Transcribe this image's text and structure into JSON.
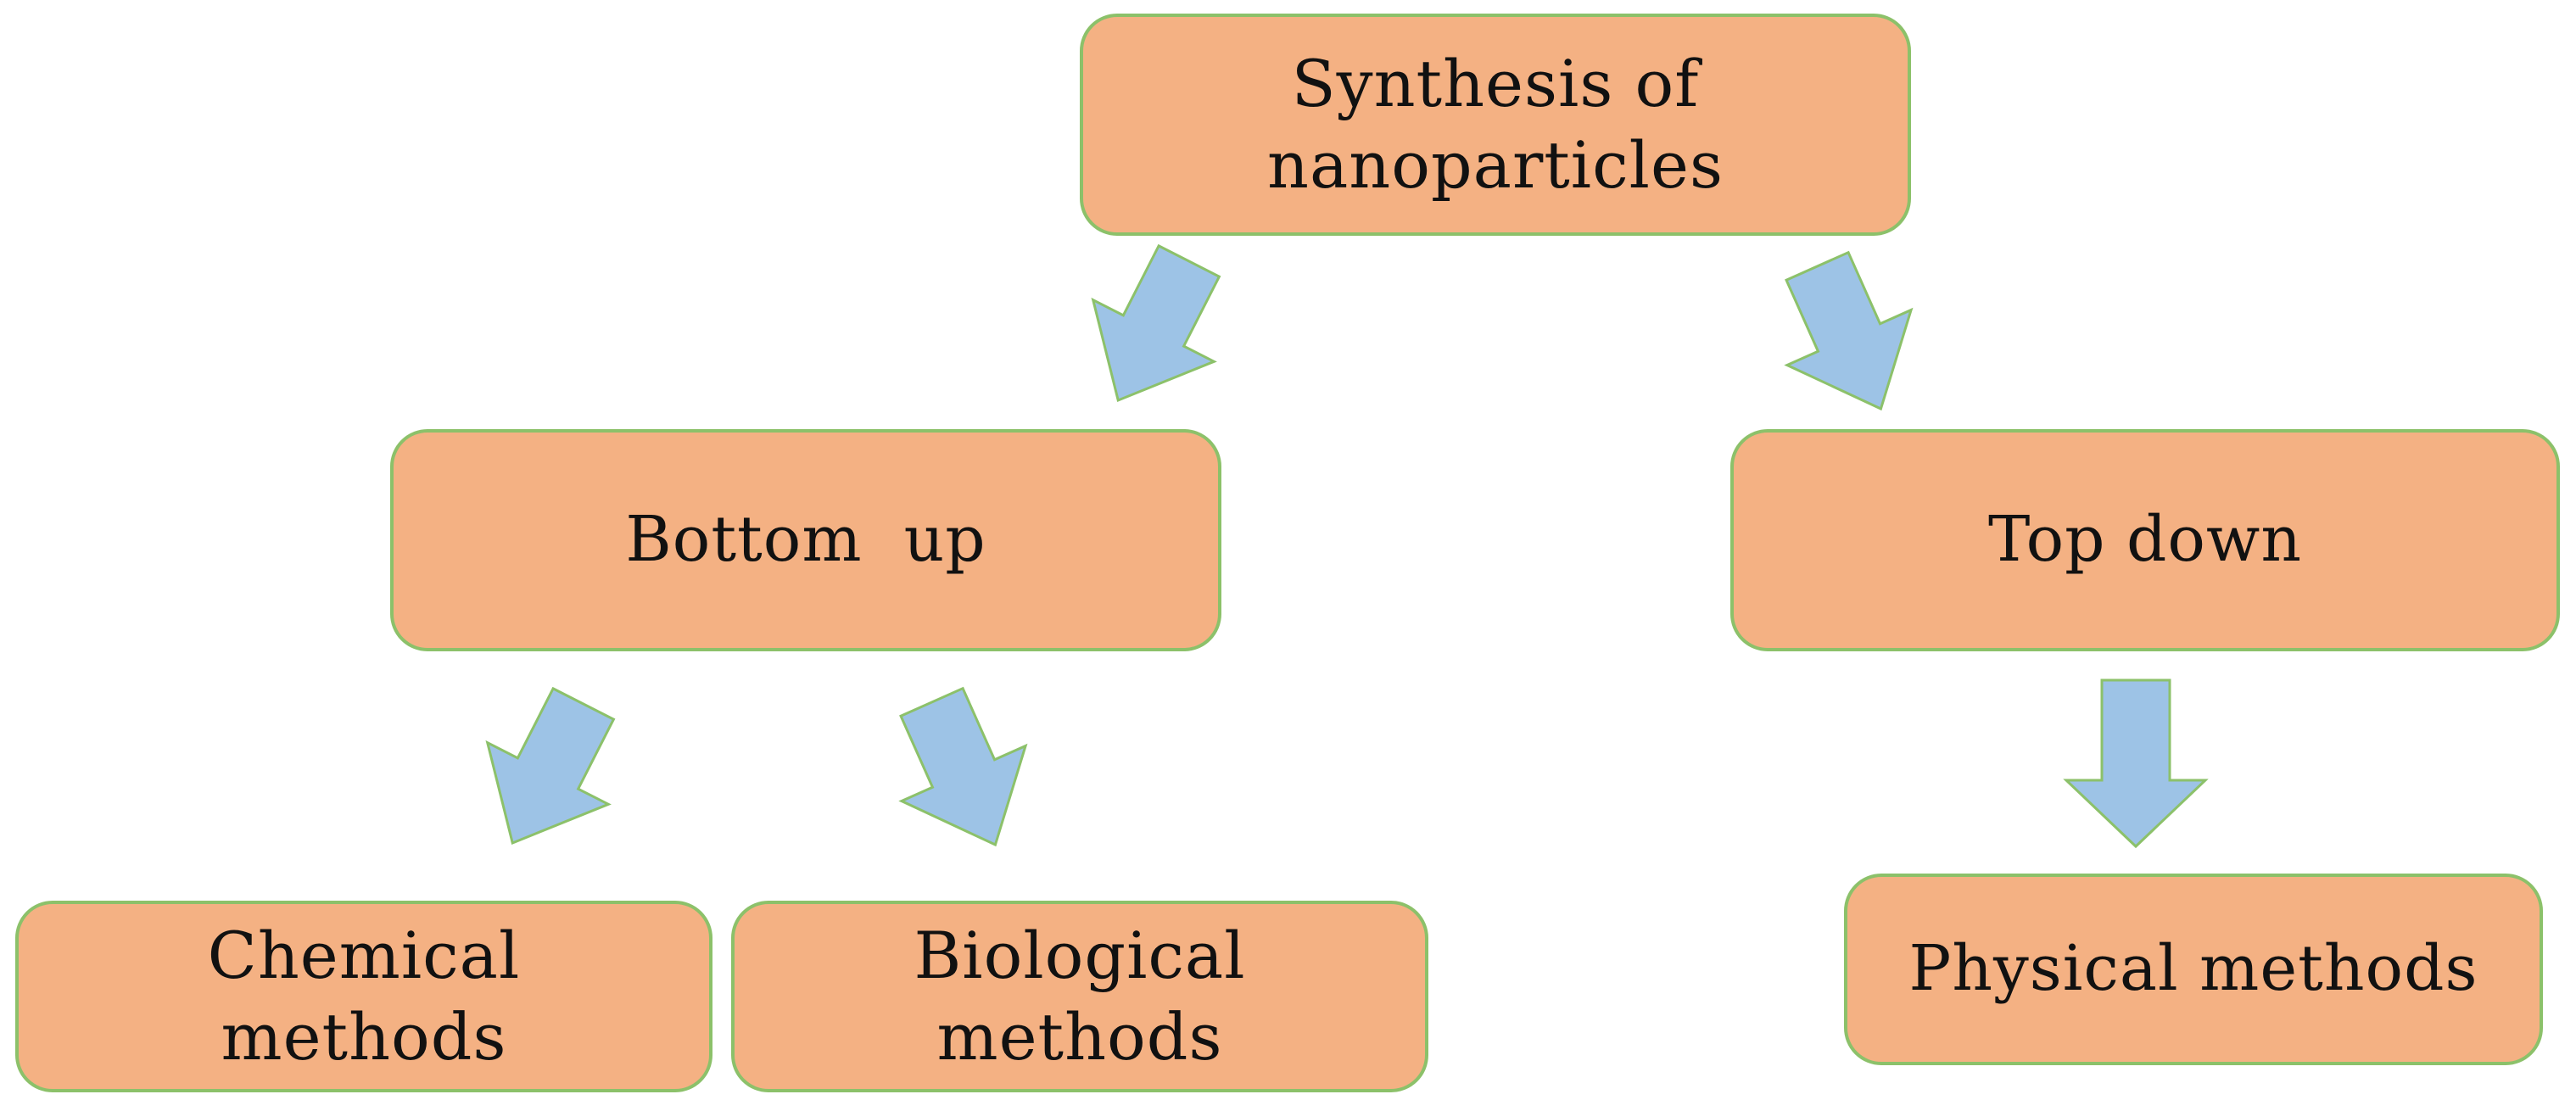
{
  "nodes": {
    "root": {
      "line1": "Synthesis of",
      "line2": "nanoparticles"
    },
    "bottom_up": {
      "label": "Bottom  up"
    },
    "top_down": {
      "label": "Top down"
    },
    "chemical": {
      "line1": "Chemical",
      "line2": "methods"
    },
    "biological": {
      "line1": "Biological",
      "line2": "methods"
    },
    "physical": {
      "label": "Physical methods"
    }
  },
  "colors": {
    "box_fill": "#f4b183",
    "box_border": "#8cc16a",
    "arrow_fill": "#9dc3e6",
    "text": "#111111"
  }
}
